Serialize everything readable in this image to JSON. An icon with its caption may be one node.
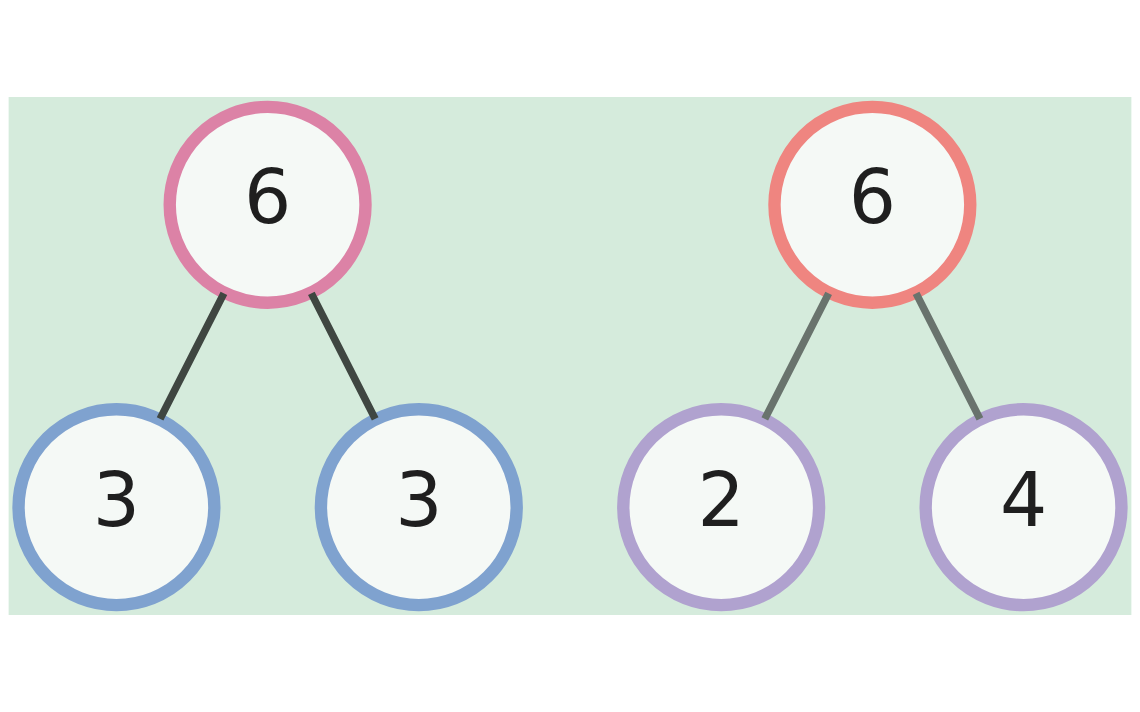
{
  "diagram": {
    "nodes": [
      {
        "text": [
          "6"
        ]
      },
      {
        "text": [
          "3"
        ]
      },
      {
        "text": [
          "3"
        ]
      },
      {
        "text": [
          "6"
        ]
      },
      {
        "text": [
          "2"
        ]
      },
      {
        "text": [
          "4"
        ]
      }
    ],
    "edges": [
      {
        "from": 0,
        "to": 1,
        "arrow": "none",
        "color": "#3f4641"
      },
      {
        "from": 0,
        "to": 2,
        "arrow": "none",
        "color": "#3f4641"
      },
      {
        "from": 3,
        "to": 4,
        "arrow": "none",
        "color": "#69736d"
      },
      {
        "from": 3,
        "to": 5,
        "arrow": "none",
        "color": "#69736d"
      }
    ]
  }
}
